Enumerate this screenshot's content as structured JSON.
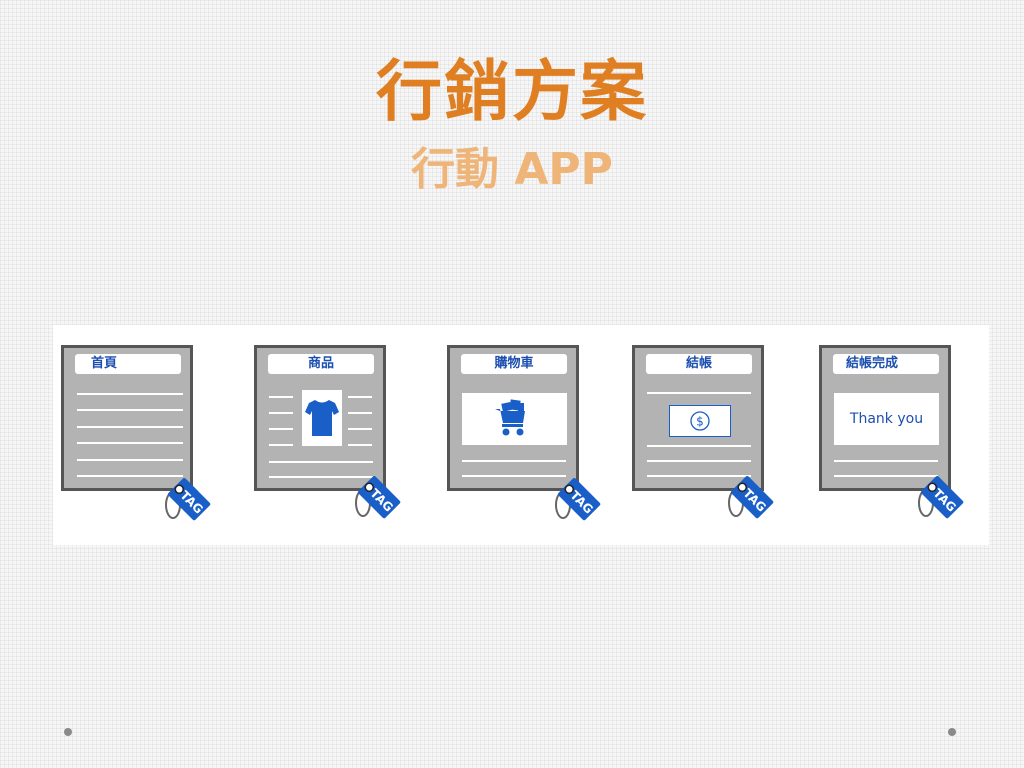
{
  "slide": {
    "title": "行銷方案",
    "subtitle": "行動 APP"
  },
  "cards": [
    {
      "label": "首頁"
    },
    {
      "label": "商品"
    },
    {
      "label": "購物車"
    },
    {
      "label": "結帳"
    },
    {
      "label": "結帳完成",
      "message": "Thank you"
    }
  ],
  "tag_text": "TAG",
  "colors": {
    "title": "#e07e22",
    "subtitle": "#efb477",
    "card_label": "#1c4fb0",
    "tag": "#1a5ec8",
    "card_fill": "#b3b3b3",
    "card_border": "#555555"
  }
}
